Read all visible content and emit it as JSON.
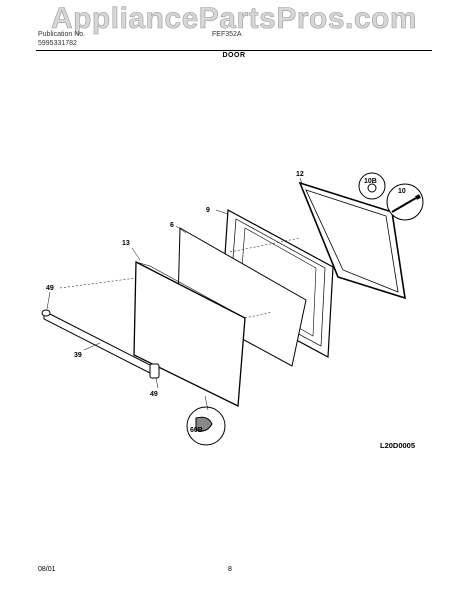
{
  "header": {
    "publication_label": "Publication No.",
    "publication_number": "5995331782",
    "model": "FEF352A",
    "section_title": "DOOR"
  },
  "watermark": "AppliancePartsPros.com",
  "diagram": {
    "callouts": {
      "c12": "12",
      "c10b": "10B",
      "c10": "10",
      "c9": "9",
      "c6": "6",
      "c13": "13",
      "c49a": "49",
      "c39": "39",
      "c49b": "49",
      "c60b": "60B"
    },
    "code": "L20D0005"
  },
  "footer": {
    "date": "08/01",
    "page": "8"
  }
}
